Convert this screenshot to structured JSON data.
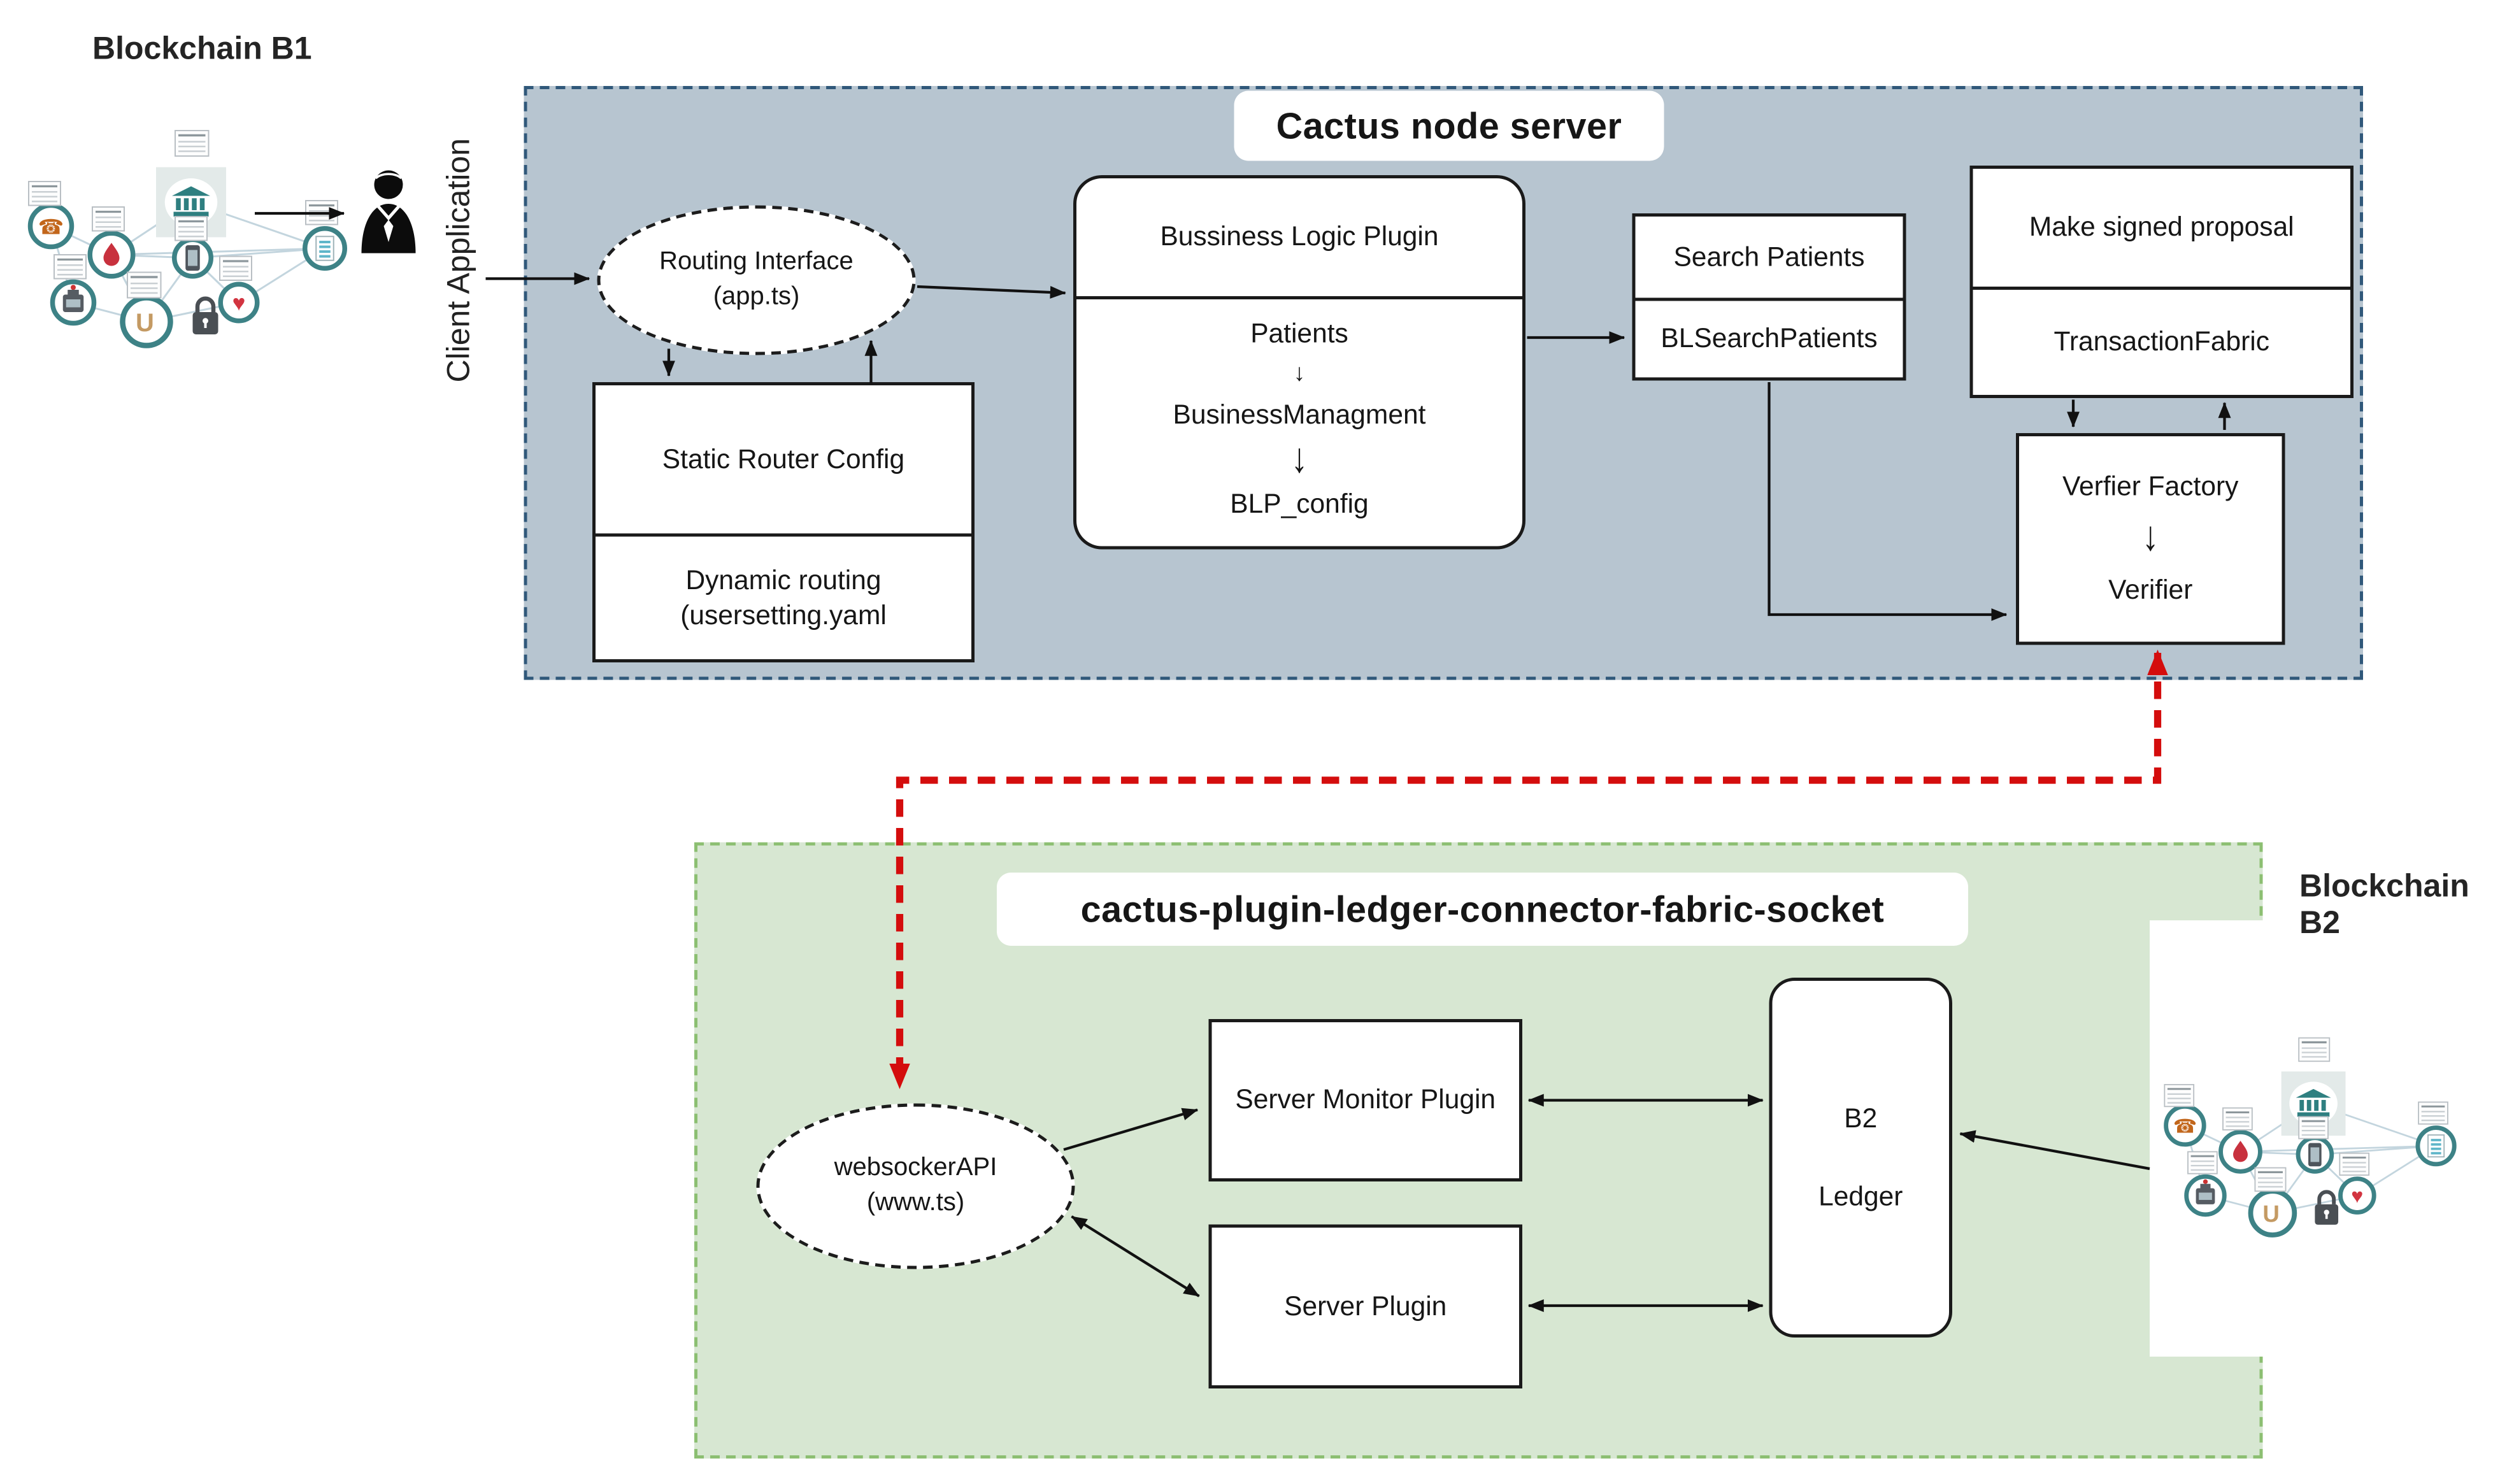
{
  "labels": {
    "blockchain_b1": "Blockchain B1",
    "blockchain_b2": "Blockchain B2",
    "client_application": "Client Application"
  },
  "cactus_server": {
    "title": "Cactus node server",
    "routing_interface": {
      "name": "Routing Interface",
      "file": "(app.ts)"
    },
    "router_config": {
      "static": "Static Router Config",
      "dynamic_line1": "Dynamic routing",
      "dynamic_line2": "(usersetting.yaml"
    },
    "blp": {
      "title": "Bussiness Logic Plugin",
      "flow": [
        "Patients",
        "BusinessManagment",
        "BLP_config"
      ]
    },
    "search_box": {
      "top": "Search Patients",
      "bottom": "BLSearchPatients"
    },
    "proposal_box": {
      "top": "Make signed proposal",
      "bottom": "TransactionFabric"
    },
    "verifier_box": {
      "top": "Verfier Factory",
      "bottom": "Verifier"
    }
  },
  "fabric_connector": {
    "title": "cactus-plugin-ledger-connector-fabric-socket",
    "websocket_api": {
      "name": "websockerAPI",
      "file": "(www.ts)"
    },
    "server_monitor_plugin": "Server Monitor Plugin",
    "server_plugin": "Server Plugin",
    "b2_ledger": {
      "line1": "B2",
      "line2": "Ledger"
    }
  },
  "icons": {
    "down_arrow": "↓",
    "phone": "☎",
    "heart": "♥",
    "u_node": "U"
  },
  "colors": {
    "server_box_fill": "#b7c5d0",
    "server_box_border": "#30587a",
    "connector_box_fill": "#d7e7d2",
    "connector_box_border": "#8cbf72",
    "red_connector": "#d40d0d",
    "node_ring": "#3d8286",
    "bank_teal": "#2e7f80",
    "shape_border": "#1a1a1a"
  }
}
